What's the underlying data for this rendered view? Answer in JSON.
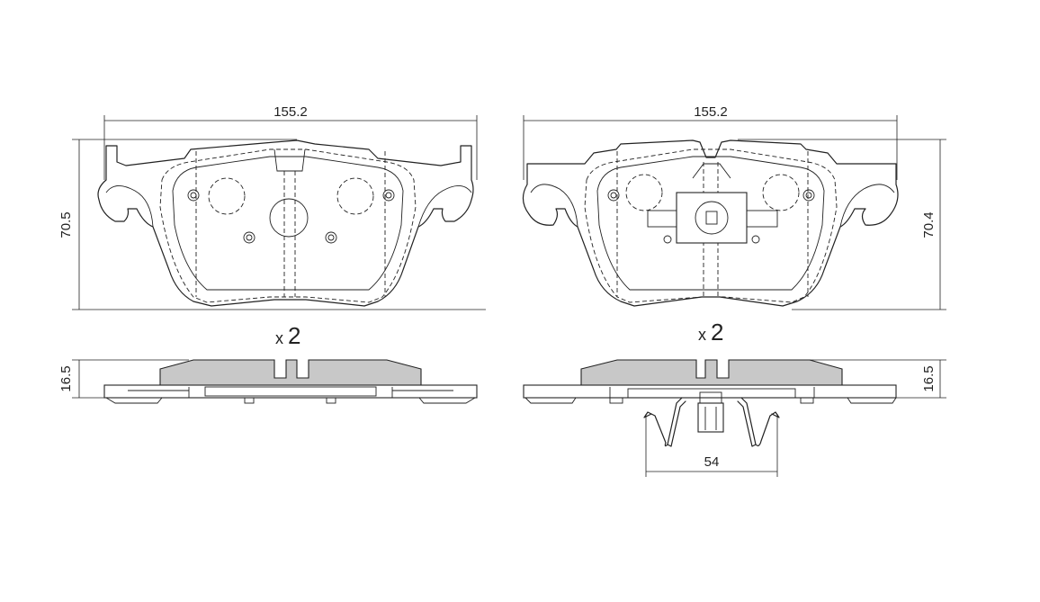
{
  "left_pad": {
    "width": "155.2",
    "height": "70.5",
    "thickness": "16.5",
    "quantity_prefix": "x",
    "quantity": "2"
  },
  "right_pad": {
    "width": "155.2",
    "height": "70.4",
    "thickness": "16.5",
    "clip_width": "54",
    "quantity_prefix": "x",
    "quantity": "2"
  }
}
